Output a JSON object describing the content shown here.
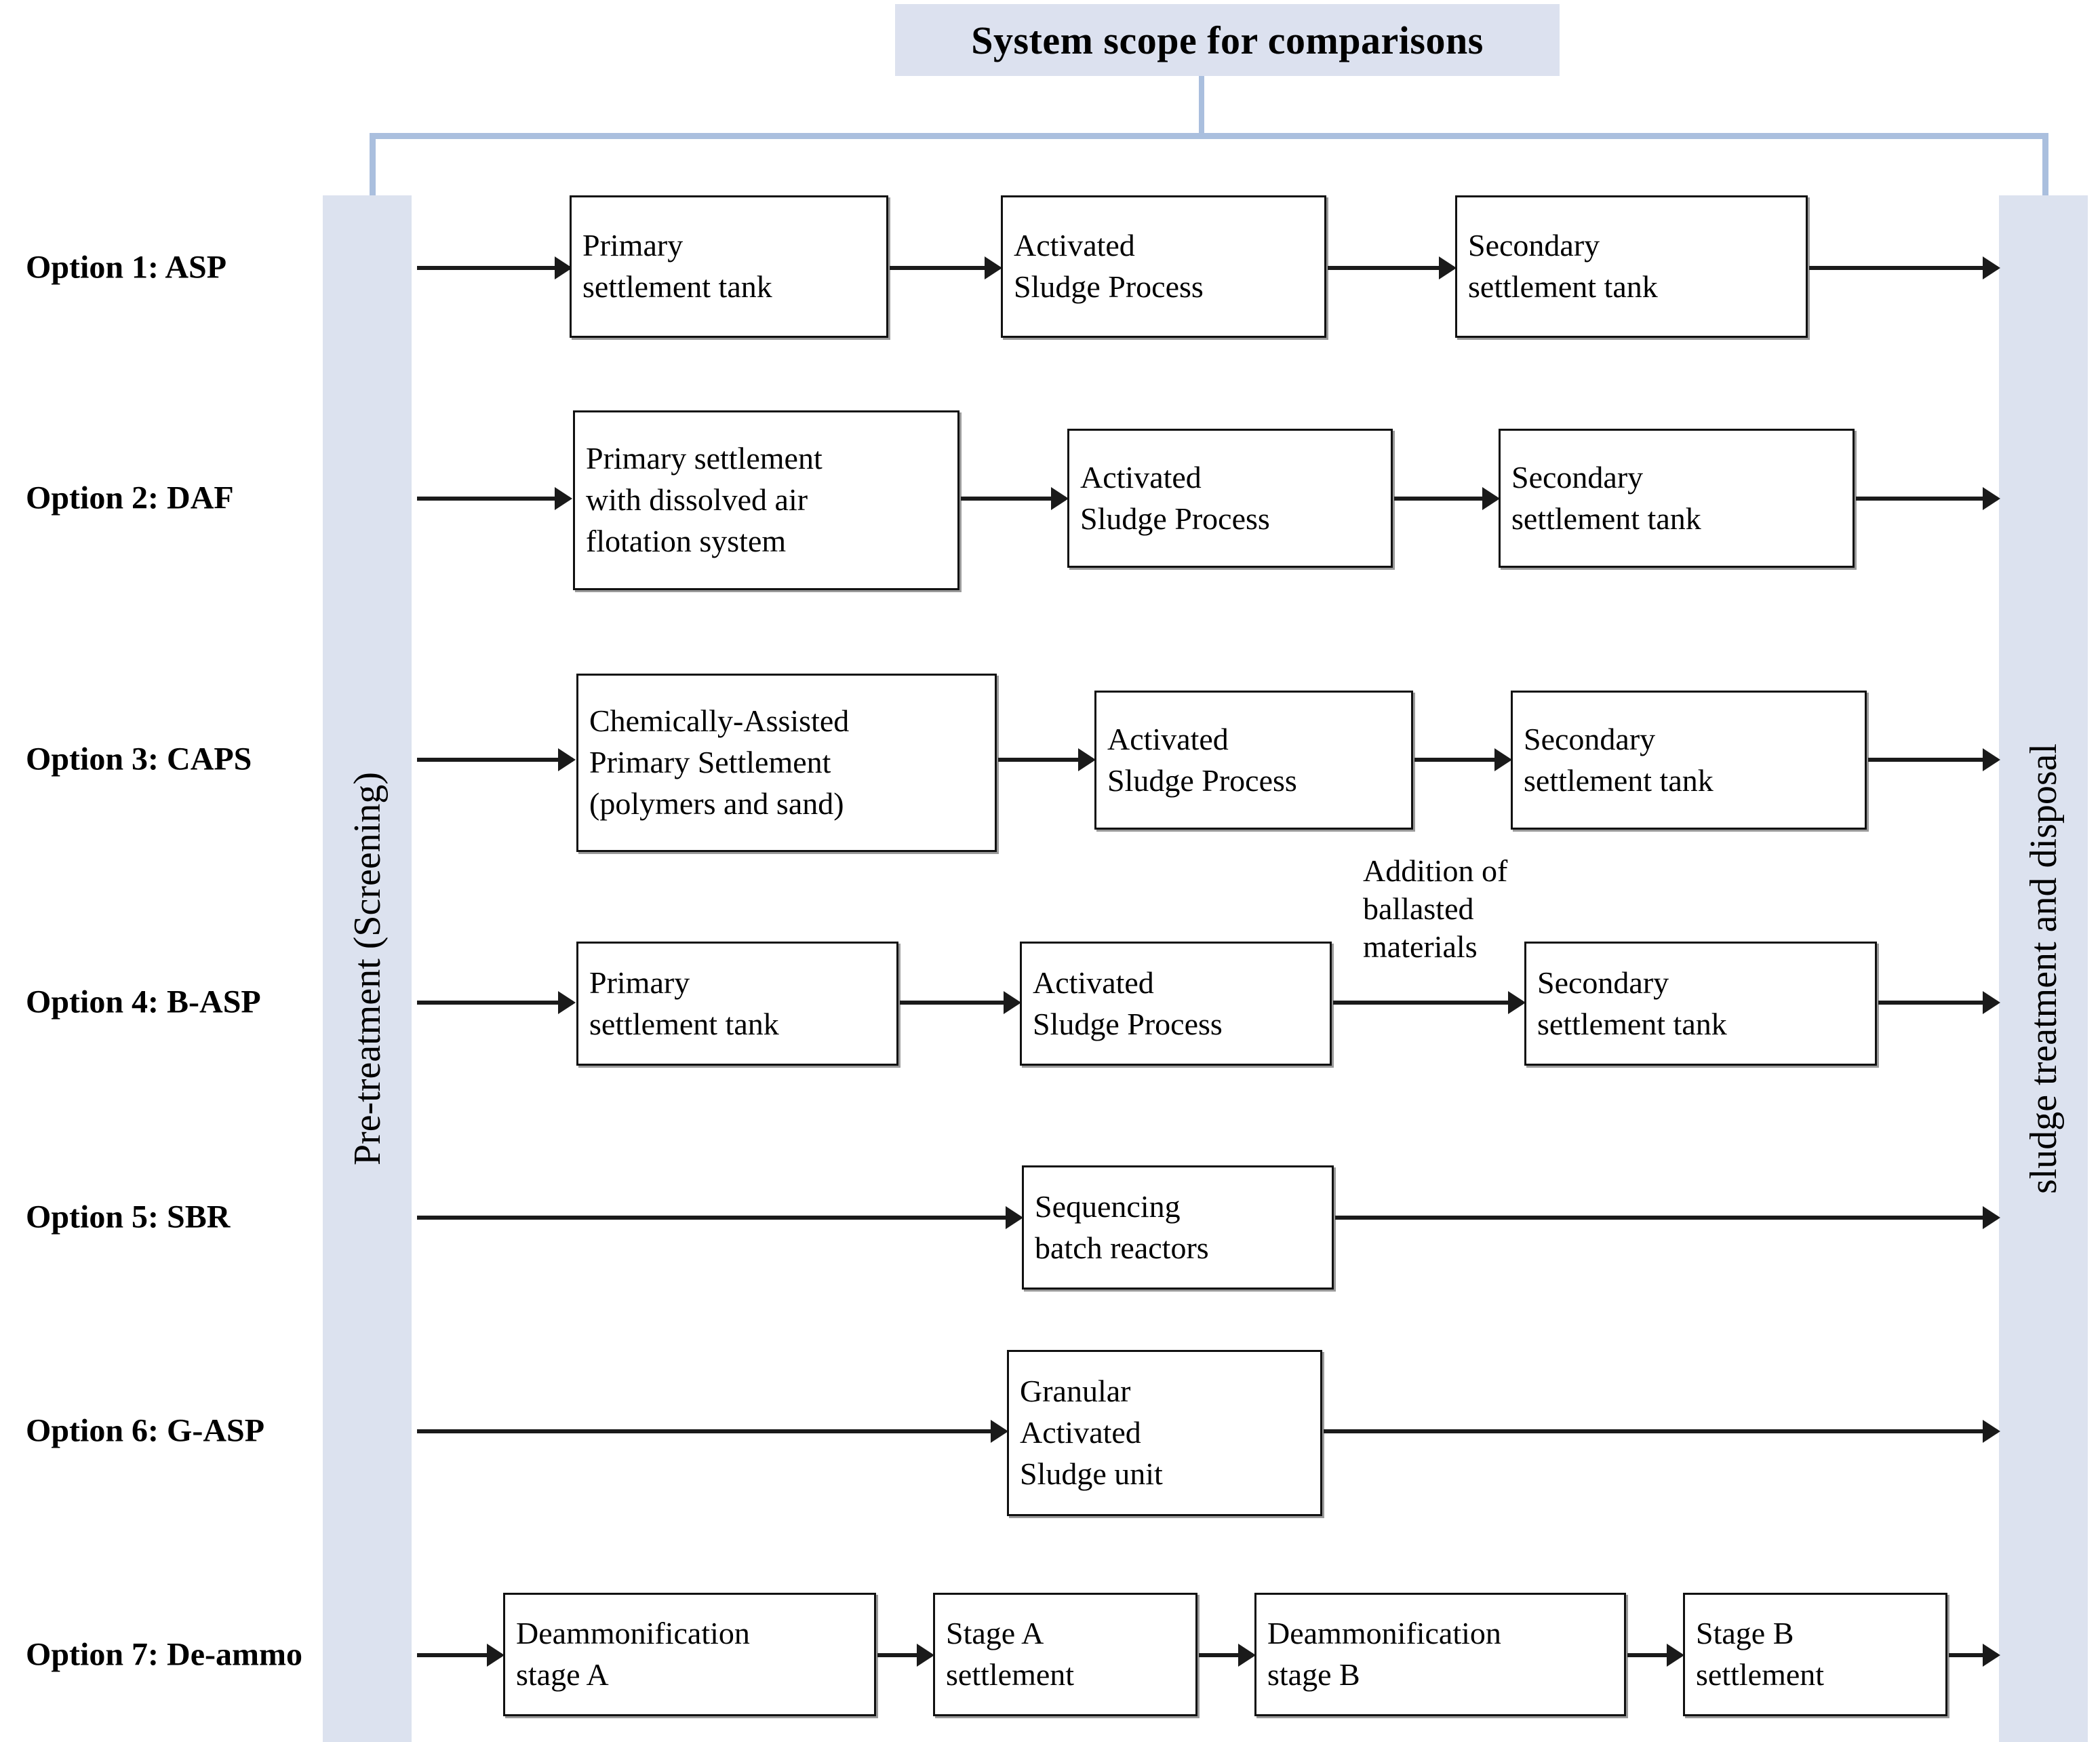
{
  "diagram": {
    "title": "System scope for comparisons",
    "title_bg": "#dce1ef",
    "bracket_color": "#aabfde",
    "column_bg": "#dce2ef",
    "box_border_color": "#111111",
    "connector_color": "#1a1a1a"
  },
  "columns": {
    "left": {
      "label": "Pre-treatment (Screening)"
    },
    "right": {
      "label": "sludge treatment and disposal"
    }
  },
  "rows": [
    {
      "id": "option-1",
      "label": "Option 1: ASP",
      "boxes": [
        {
          "lines": [
            "Primary",
            "settlement tank"
          ]
        },
        {
          "lines": [
            "Activated",
            "Sludge Process"
          ]
        },
        {
          "lines": [
            "Secondary",
            "settlement tank"
          ]
        }
      ]
    },
    {
      "id": "option-2",
      "label": "Option 2: DAF",
      "boxes": [
        {
          "lines": [
            "Primary settlement",
            "with dissolved air",
            "flotation system"
          ]
        },
        {
          "lines": [
            "Activated",
            "Sludge Process"
          ]
        },
        {
          "lines": [
            "Secondary",
            "settlement tank"
          ]
        }
      ]
    },
    {
      "id": "option-3",
      "label": "Option 3: CAPS",
      "boxes": [
        {
          "lines": [
            "Chemically-Assisted",
            "Primary Settlement",
            "(polymers and sand)"
          ]
        },
        {
          "lines": [
            "Activated",
            "Sludge Process"
          ]
        },
        {
          "lines": [
            "Secondary",
            "settlement tank"
          ]
        }
      ]
    },
    {
      "id": "option-4",
      "label": "Option 4: B-ASP",
      "annotation": "Addition of\nballasted\nmaterials",
      "boxes": [
        {
          "lines": [
            "Primary",
            "settlement tank"
          ]
        },
        {
          "lines": [
            "Activated",
            "Sludge Process"
          ]
        },
        {
          "lines": [
            "Secondary",
            "settlement tank"
          ]
        }
      ]
    },
    {
      "id": "option-5",
      "label": "Option 5: SBR",
      "boxes": [
        {
          "lines": [
            "Sequencing",
            "batch reactors"
          ]
        }
      ]
    },
    {
      "id": "option-6",
      "label": "Option 6: G-ASP",
      "boxes": [
        {
          "lines": [
            "Granular",
            "Activated",
            "Sludge unit"
          ]
        }
      ]
    },
    {
      "id": "option-7",
      "label": "Option 7: De-ammo",
      "boxes": [
        {
          "lines": [
            "Deammonification",
            "stage A"
          ]
        },
        {
          "lines": [
            "Stage A",
            "settlement"
          ]
        },
        {
          "lines": [
            "Deammonification",
            "stage B"
          ]
        },
        {
          "lines": [
            "Stage B",
            "settlement"
          ]
        }
      ]
    }
  ]
}
